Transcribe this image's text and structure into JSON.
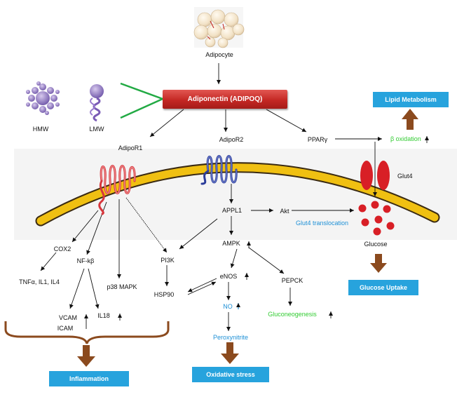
{
  "header": {
    "title": "Adiponectin (ADIPOQ)"
  },
  "labels": {
    "adipocyte": "Adipocyte",
    "hmw": "HMW",
    "lmw": "LMW",
    "adipor1": "AdipoR1",
    "adipor2": "AdipoR2",
    "pparg": "PPARγ",
    "beta_oxidation": "β oxidation",
    "glut4": "Glut4",
    "appl1": "APPL1",
    "akt": "Akt",
    "glut4_translocation": "Glut4 translocation",
    "glucose": "Glucose",
    "cox2": "COX2",
    "nfkb": "NF-kβ",
    "ampk": "AMPK",
    "pi3k": "PI3K",
    "tnf": "TNFα, IL1, IL4",
    "p38": "p38 MAPK",
    "enos": "eNOS",
    "pepck": "PEPCK",
    "hsp90": "HSP90",
    "no": "NO",
    "vcam": "VCAM",
    "icam": "ICAM",
    "il18": "IL18",
    "gluconeogenesis": "Gluconeogenesis",
    "peroxynitrite": "Peroxynitrite"
  },
  "boxes": {
    "lipid_metabolism": "Lipid Metabolism",
    "glucose_uptake": "Glucose Uptake",
    "inflammation": "Inflammation",
    "oxidative_stress": "Oxidative stress"
  },
  "colors": {
    "box_blue": "#27a3dd",
    "header_red": "#c42824",
    "membrane_yellow": "#f0c012",
    "brown_arrow": "#8b4a1e",
    "receptor_red": "#d7363c",
    "receptor_blue": "#2b3c9a",
    "green_text": "#33cc33",
    "blue_text": "#1e90d6"
  }
}
